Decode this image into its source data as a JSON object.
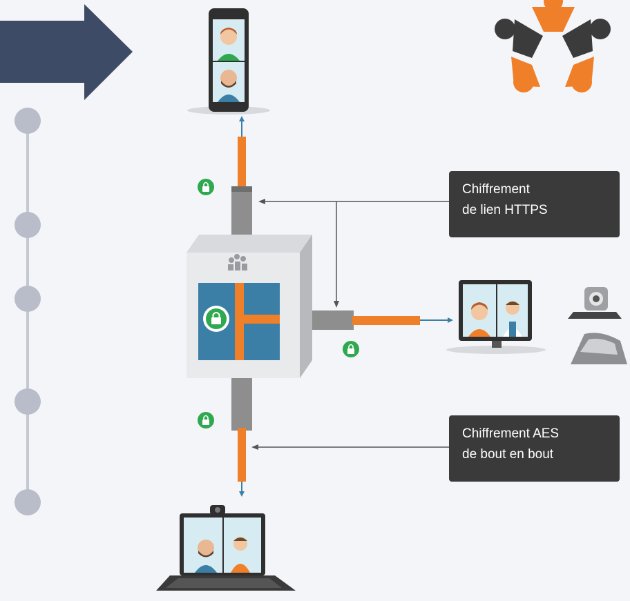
{
  "https_label": {
    "line1": "Chiffrement",
    "line2": "de lien HTTPS"
  },
  "aes_label": {
    "line1": "Chiffrement AES",
    "line2": "de bout en bout"
  },
  "colors": {
    "arrow_navy": "#3e4b66",
    "cable_orange": "#f07f2a",
    "pipe_gray": "#8e8e8e",
    "lock_green": "#2fa84f",
    "screen_blue": "#3c7fa6",
    "label_dark": "#3a3a3a",
    "timeline_dot": "#b9bcc9",
    "logo_dark": "#3b3b3b"
  },
  "icons": [
    "big-arrow-icon",
    "timeline-icon",
    "smartphone-icon",
    "logo-icon",
    "server-box-icon",
    "lock-icon",
    "videoconference-room-icon",
    "laptop-icon",
    "camera-icon",
    "conference-phone-icon"
  ]
}
